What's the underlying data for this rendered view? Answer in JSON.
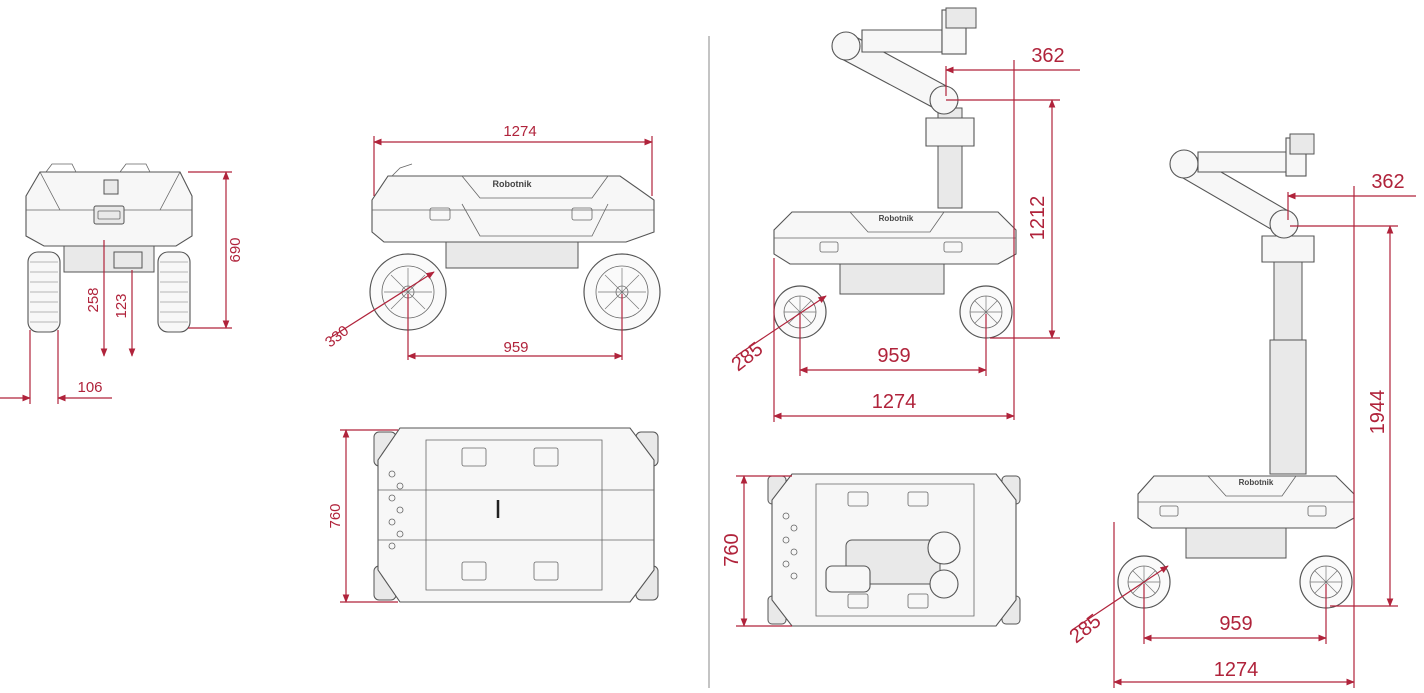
{
  "brand_label": "Robotnik",
  "colors": {
    "dimension": "#b0233b",
    "outline": "#555555"
  },
  "views": {
    "front": {
      "height": "690",
      "wheel_height": "258",
      "clearance": "123",
      "wheel_width": "106"
    },
    "side": {
      "length": "1274",
      "wheelbase": "959",
      "wheel_diameter": "330"
    },
    "top": {
      "width": "760"
    },
    "arm_side": {
      "arm_offset": "362",
      "height": "1212",
      "wheel_diameter": "285",
      "wheelbase": "959",
      "length": "1274"
    },
    "arm_top": {
      "width": "760"
    },
    "arm_extended": {
      "arm_offset": "362",
      "height": "1944",
      "wheel_diameter": "285",
      "wheelbase": "959",
      "length": "1274"
    }
  }
}
